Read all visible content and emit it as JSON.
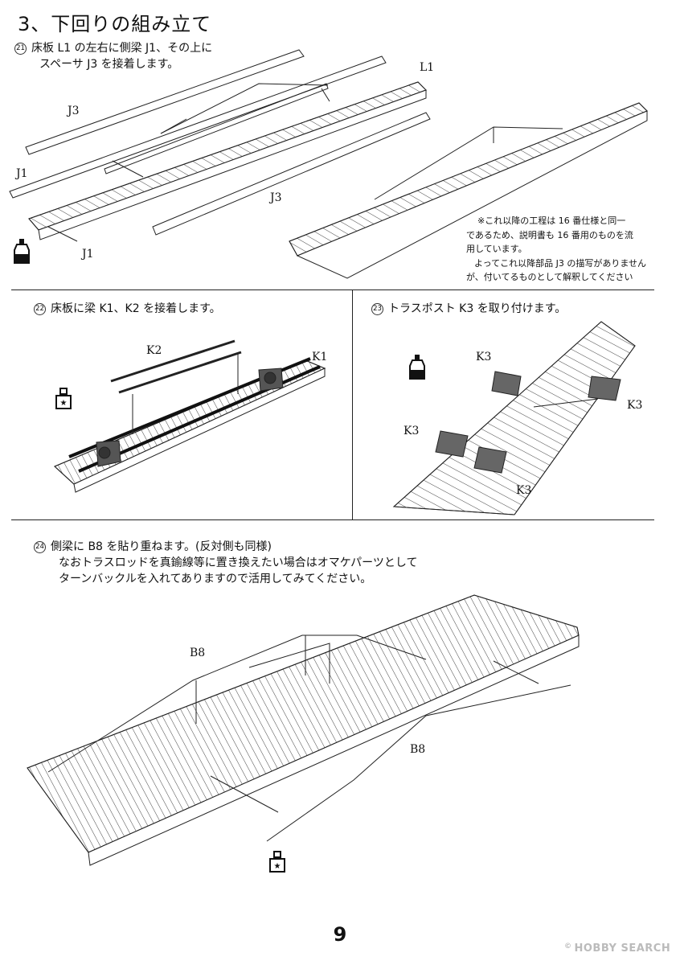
{
  "section_title": "3、下回りの組み立て",
  "steps": [
    {
      "num": "21",
      "lines": [
        "床板 L1 の左右に側梁 J1、その上に",
        "スペーサ J3 を接着します。"
      ]
    },
    {
      "num": "22",
      "lines": [
        "床板に梁 K1、K2 を接着します。"
      ]
    },
    {
      "num": "23",
      "lines": [
        "トラスポスト K3 を取り付けます。"
      ]
    },
    {
      "num": "24",
      "lines": [
        "側梁に B8 を貼り重ねます。(反対側も同様)",
        "なおトラスロッドを真鍮線等に置き換えたい場合はオマケパーツとして",
        "ターンバックルを入れてありますので活用してみてください。"
      ]
    }
  ],
  "labels": {
    "l1": "L1",
    "j3a": "J3",
    "j1a": "J1",
    "j3b": "J3",
    "j1b": "J1",
    "k2": "K2",
    "k1": "K1",
    "k3a": "K3",
    "k3b": "K3",
    "k3c": "K3",
    "k3d": "K3",
    "b8a": "B8",
    "b8b": "B8"
  },
  "note_lines": [
    "※これ以降の工程は 16 番仕様と同一",
    "であるため、説明書も 16 番用のものを流",
    "用しています。",
    "よってこれ以降部品 J3 の描写がありません",
    "が、付いてるものとして解釈してください"
  ],
  "icons": [
    "glue-bottle-icon",
    "pin-glue-icon"
  ],
  "page_number": "9",
  "brand": {
    "reg": "©",
    "name": "HOBBY SEARCH"
  }
}
